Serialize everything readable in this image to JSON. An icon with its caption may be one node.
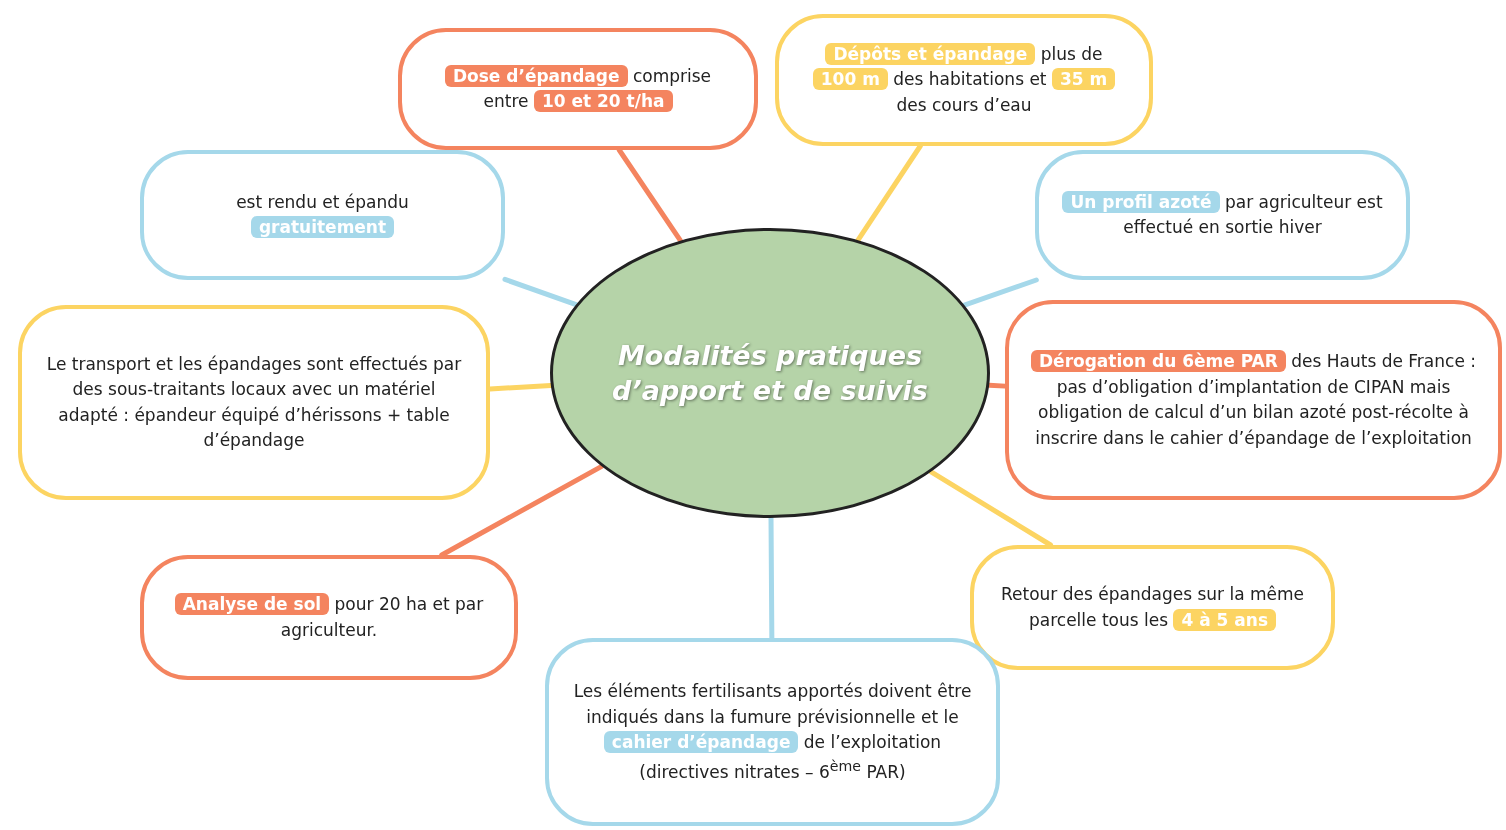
{
  "diagram": {
    "nodes": [
      {
        "text": [
          "Modalités pratiques d’apport et de suivis"
        ]
      },
      {
        "text": [
          "**Dose d’épandage** comprise entre **10 et 20 t/ha**"
        ]
      },
      {
        "text": [
          "**Dépôts et épandage** plus de **100 m** des habitations et **35 m** des cours d’eau"
        ]
      },
      {
        "text": [
          "est rendu et épandu **gratuitement**"
        ]
      },
      {
        "text": [
          "**Un profil azoté** par agriculteur est effectué en sortie hiver"
        ]
      },
      {
        "text": [
          "Le transport et les épandages sont effectués par des sous-traitants locaux avec un matériel adapté : épandeur équipé d’hérissons + table d’épandage"
        ]
      },
      {
        "text": [
          "**Dérogation du 6ème PAR** des Hauts de France : pas d’obligation d’implantation de CIPAN mais obligation de calcul d’un bilan azoté post-récolte à inscrire dans le cahier d’épandage de l’exploitation"
        ]
      },
      {
        "text": [
          "**Analyse de sol** pour 20 ha et par agriculteur."
        ]
      },
      {
        "text": [
          "Retour des épandages sur la même parcelle tous les **4 à 5 ans**"
        ]
      },
      {
        "text": [
          "Les éléments fertilisants apportés doivent être indiqués dans la fumure prévisionnelle et le **cahier d’épandage** de l’exploitation (directives nitrates – 6$^{ème}$ PAR)"
        ]
      }
    ],
    "edges": [
      {
        "from": 0,
        "to": 1,
        "arrow": "none",
        "color": "#f4845f"
      },
      {
        "from": 0,
        "to": 2,
        "arrow": "none",
        "color": "#fcd462"
      },
      {
        "from": 0,
        "to": 3,
        "arrow": "none",
        "color": "#a5d8ea"
      },
      {
        "from": 0,
        "to": 4,
        "arrow": "none",
        "color": "#a5d8ea"
      },
      {
        "from": 0,
        "to": 5,
        "arrow": "none",
        "color": "#fcd462"
      },
      {
        "from": 0,
        "to": 6,
        "arrow": "none",
        "color": "#f4845f"
      },
      {
        "from": 0,
        "to": 7,
        "arrow": "none",
        "color": "#f4845f"
      },
      {
        "from": 0,
        "to": 8,
        "arrow": "none",
        "color": "#fcd462"
      },
      {
        "from": 0,
        "to": 9,
        "arrow": "none",
        "color": "#a5d8ea"
      }
    ]
  }
}
